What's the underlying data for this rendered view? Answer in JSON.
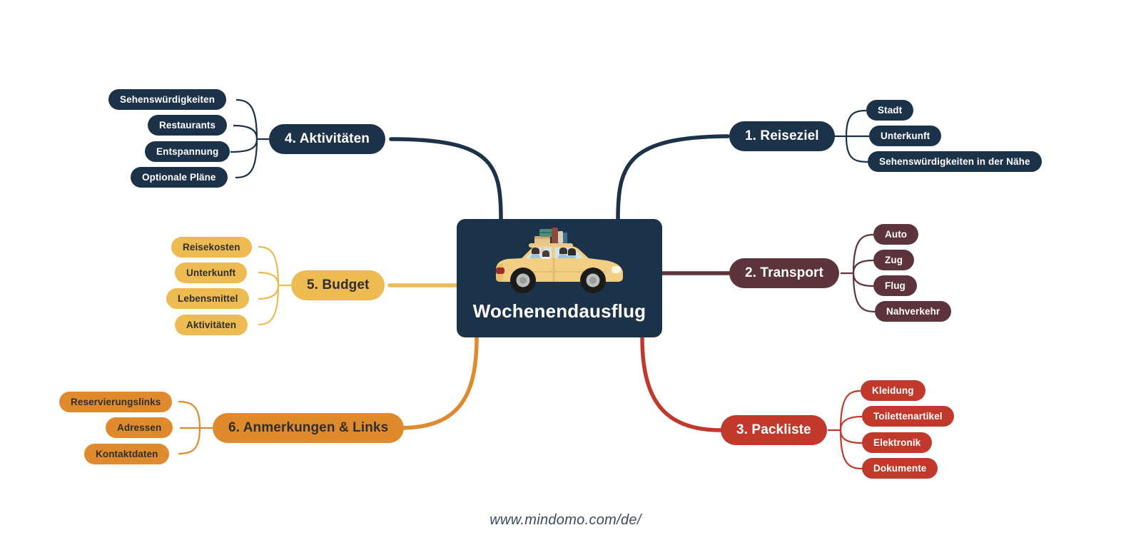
{
  "map": {
    "center": {
      "title": "Wochenendausflug",
      "color": "#1C3249",
      "illustration": "car-with-family-and-luggage-illustration"
    },
    "footer": "www.mindomo.com/de/",
    "branches": [
      {
        "id": "reiseziel",
        "label": "1. Reiseziel",
        "color": "#1C3249",
        "text_color": "light",
        "side": "right",
        "children": [
          {
            "label": "Stadt"
          },
          {
            "label": "Unterkunft"
          },
          {
            "label": "Sehenswürdigkeiten in der Nähe"
          }
        ]
      },
      {
        "id": "transport",
        "label": "2. Transport",
        "color": "#5D333C",
        "text_color": "light",
        "side": "right",
        "children": [
          {
            "label": "Auto"
          },
          {
            "label": "Zug"
          },
          {
            "label": "Flug"
          },
          {
            "label": "Nahverkehr"
          }
        ]
      },
      {
        "id": "packliste",
        "label": "3. Packliste",
        "color": "#C0392B",
        "text_color": "light",
        "side": "right",
        "children": [
          {
            "label": "Kleidung"
          },
          {
            "label": "Toilettenartikel"
          },
          {
            "label": "Elektronik"
          },
          {
            "label": "Dokumente"
          }
        ]
      },
      {
        "id": "aktivitaeten",
        "label": "4. Aktivitäten",
        "color": "#1C3249",
        "text_color": "light",
        "side": "left",
        "children": [
          {
            "label": "Sehenswürdigkeiten"
          },
          {
            "label": "Restaurants"
          },
          {
            "label": "Entspannung"
          },
          {
            "label": "Optionale Pläne"
          }
        ]
      },
      {
        "id": "budget",
        "label": "5. Budget",
        "color": "#EDBB52",
        "text_color": "dark",
        "side": "left",
        "children": [
          {
            "label": "Reisekosten"
          },
          {
            "label": "Unterkunft"
          },
          {
            "label": "Lebensmittel"
          },
          {
            "label": "Aktivitäten"
          }
        ]
      },
      {
        "id": "anmerkungen",
        "label": "6. Anmerkungen & Links",
        "color": "#E08A2E",
        "text_color": "dark",
        "side": "left",
        "children": [
          {
            "label": "Reservierungslinks"
          },
          {
            "label": "Adressen"
          },
          {
            "label": "Kontaktdaten"
          }
        ]
      }
    ]
  }
}
